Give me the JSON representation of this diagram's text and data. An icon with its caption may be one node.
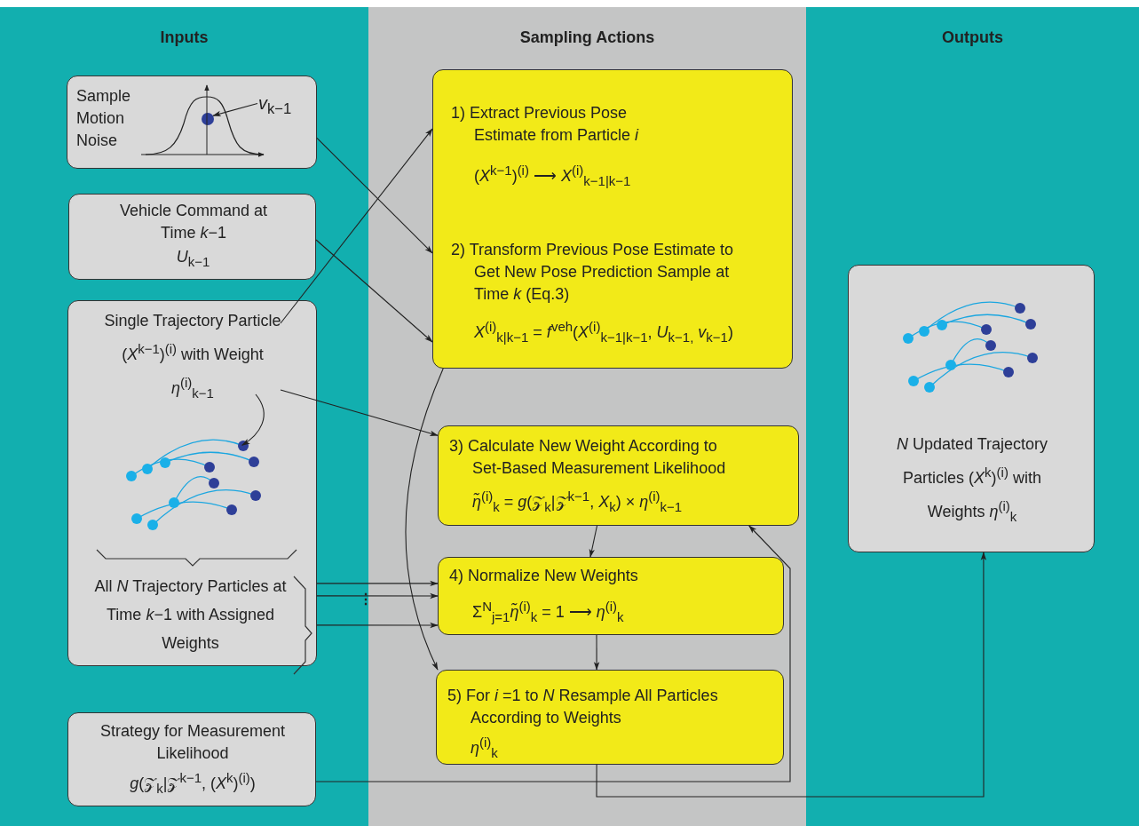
{
  "diagram": {
    "nodes": [
      {
        "text": [
          "Inputs"
        ]
      },
      {
        "text": [
          "Sampling Actions"
        ]
      },
      {
        "text": [
          "Outputs"
        ]
      },
      {
        "text": [
          "Sample Motion Noise"
        ],
        "in": 0
      },
      {
        "text": [
          "*v*$_{k−1}$"
        ],
        "in": 3
      },
      {
        "text": [],
        "shape": "circle",
        "in": 3
      },
      {
        "text": [
          "Vehicle Command at Time *k*−1",
          "*U*$_{k−1}$"
        ],
        "in": 0
      },
      {
        "text": [
          "All *N* Trajectory Particles at Time *k*−1 with Assigned Weights"
        ],
        "in": 0
      },
      {
        "text": [
          "Single Trajectory Particle (*X*$^{k−1}$)$^{(i)}$ with Weight *η*$^{(i)}$$_{k−1}$"
        ],
        "in": 7
      },
      {
        "text": [],
        "shape": "picture",
        "in": 7
      },
      {
        "text": [
          "Strategy for Measurement Likelihood",
          "*g*(𝒵$_{k}$|𝒵$^{k−1}$, (*X*$^{k}$)$^{(i)}$)"
        ],
        "in": 0
      },
      {
        "text": [
          "1) Extract Previous Pose Estimate from Particle *i*",
          "(*X*$^{k−1}$)$^{(i)}$ ⟶ *X*$^{(i)}$$_{k−1|k−1}$",
          "2) Transform Previous Pose Estimate to Get New Pose Prediction Sample at Time *k* (Eq.3)",
          "*X*$^{(i)}$$_{k|k−1}$ = *f*$^{veh}$(*X*$^{(i)}$$_{k−1|k−1}$, *U*$_{k−1,}$ *v*$_{k−1}$)"
        ],
        "in": 1
      },
      {
        "text": [
          "3) Calculate New Weight According to Set-Based Measurement Likelihood",
          "*η̃*$^{(i)}$$_{k}$ = *g*(𝒵$_{k}$|𝒵$^{k−1}$, *X*$_{k}$) × *η*$^{(i)}$$_{k−1}$"
        ],
        "in": 1
      },
      {
        "text": [
          "4) Normalize New Weights",
          "Σ$^{N}$$_{j=1}$*η̃*$^{(i)}$$_{k}$ = 1 ⟶ *η*$^{(i)}$$_{k}$"
        ],
        "in": 1
      },
      {
        "text": [
          "5) For *i* =1 to *N* Resample All Particles According to Weights",
          "*η*$^{(i)}$$_{k}$"
        ],
        "in": 1
      },
      {
        "text": [
          "*N* Updated Trajectory Particles (*X*$^{k}$)$^{(i)}$ with Weights *η*$^{(i)}$$_{k}$"
        ],
        "in": 2
      },
      {
        "text": [],
        "shape": "picture",
        "in": 15
      }
    ],
    "edges": [
      {
        "from": 4,
        "to": 5,
        "arrow": "to"
      },
      {
        "from": 3,
        "to": 11,
        "arrow": "to"
      },
      {
        "from": 6,
        "to": 11,
        "arrow": "to"
      },
      {
        "from": 8,
        "to": 11,
        "arrow": "to"
      },
      {
        "from": 8,
        "to": 9,
        "arrow": "to"
      },
      {
        "from": 8,
        "to": 12,
        "arrow": "to"
      },
      {
        "from": 7,
        "to": 13,
        "arrow": "to"
      },
      {
        "from": 7,
        "to": 13,
        "arrow": "to"
      },
      {
        "from": 7,
        "to": 13,
        "arrow": "to"
      },
      {
        "from": 11,
        "to": 14,
        "arrow": "to"
      },
      {
        "from": 12,
        "to": 13,
        "arrow": "to"
      },
      {
        "from": 13,
        "to": 14,
        "arrow": "to"
      },
      {
        "from": 10,
        "to": 12,
        "arrow": "to"
      },
      {
        "from": 14,
        "to": 15,
        "arrow": "to"
      }
    ],
    "labels": [
      "⋮"
    ]
  }
}
